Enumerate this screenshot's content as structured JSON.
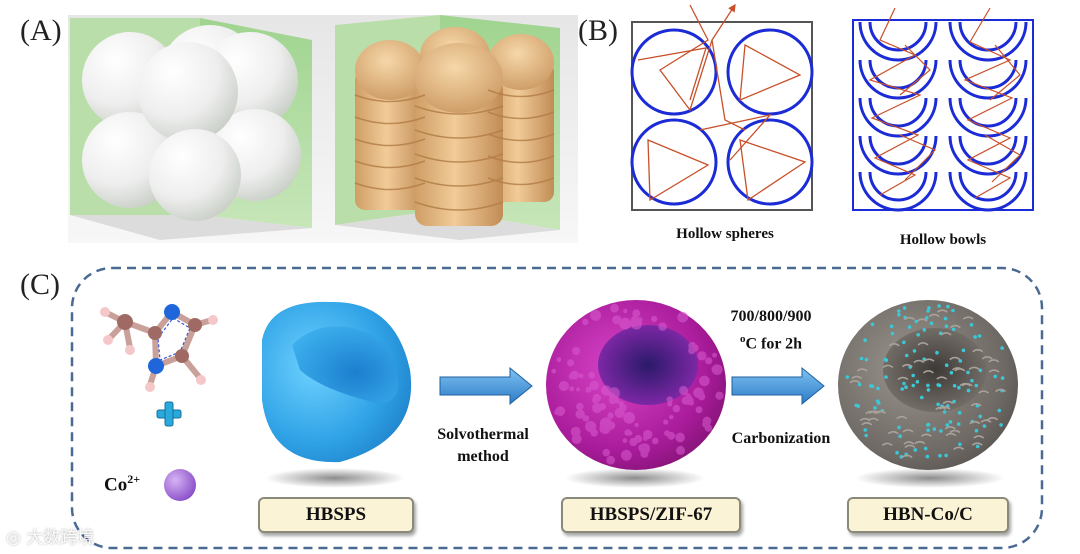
{
  "panels": {
    "a_label": "(A)",
    "b_label": "(B)",
    "c_label": "(C)"
  },
  "panel_b": {
    "caption_left": "Hollow spheres",
    "caption_right": "Hollow bowls"
  },
  "panel_c": {
    "ion_label": "Co",
    "ion_charge": "2+",
    "step1_line1": "Solvothermal",
    "step1_line2": "method",
    "temp_line1": "700/800/900",
    "temp_sup": "o",
    "temp_line2": "C for 2h",
    "step2": "Carbonization",
    "box1": "HBSPS",
    "box2": "HBSPS/ZIF-67",
    "box3": "HBN-Co/C"
  },
  "watermark": "大数跨境",
  "colors": {
    "green_panel": "#a9d69b",
    "sphere_white": "#f4f4f4",
    "bowl_tan": "#e3b985",
    "circle_blue": "#1b2bd6",
    "ray_orange": "#c8502a",
    "hbsps_blue": "#33a7e6",
    "zif_magenta": "#b0209e",
    "carbon_gray": "#7b7672",
    "dots_cyan": "#3cc7d6",
    "arrow_blue": "#3f8fd6",
    "dash_border": "#4a6a94",
    "label_box": "#fbf3d6"
  }
}
